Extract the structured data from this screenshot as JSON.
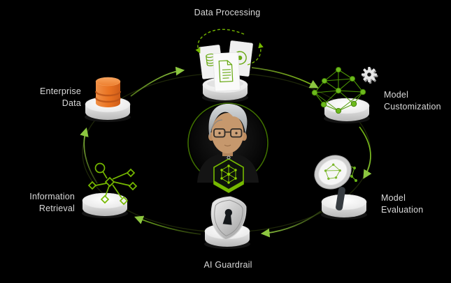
{
  "diagram": {
    "stages": [
      {
        "id": "data-processing",
        "label": "Data Processing",
        "icon": "documents-stack-icon"
      },
      {
        "id": "model-customization",
        "label": "Model\nCustomization",
        "icon": "neural-network-gear-icon"
      },
      {
        "id": "model-evaluation",
        "label": "Model\nEvaluation",
        "icon": "magnifier-network-icon"
      },
      {
        "id": "ai-guardrail",
        "label": "AI Guardrail",
        "icon": "shield-keyhole-icon"
      },
      {
        "id": "information-retrieval",
        "label": "Information\nRetrieval",
        "icon": "retrieval-graph-icon"
      },
      {
        "id": "enterprise-data",
        "label": "Enterprise\nData",
        "icon": "database-icon"
      }
    ],
    "center": {
      "icon": "persona-avatar",
      "badge_icon": "nim-hex-network-badge"
    },
    "flow_clockwise_order": [
      "Enterprise Data",
      "Data Processing",
      "Model Customization",
      "Model Evaluation",
      "AI Guardrail",
      "Information Retrieval"
    ],
    "colors": {
      "background": "#000000",
      "accent_green": "#76b900",
      "arrow_green": "#8cc63f",
      "database_orange": "#e8731f",
      "pedestal_white": "#f2f2f2",
      "shield_gray": "#c9c9c9",
      "label_text": "#d9d9d9"
    }
  }
}
